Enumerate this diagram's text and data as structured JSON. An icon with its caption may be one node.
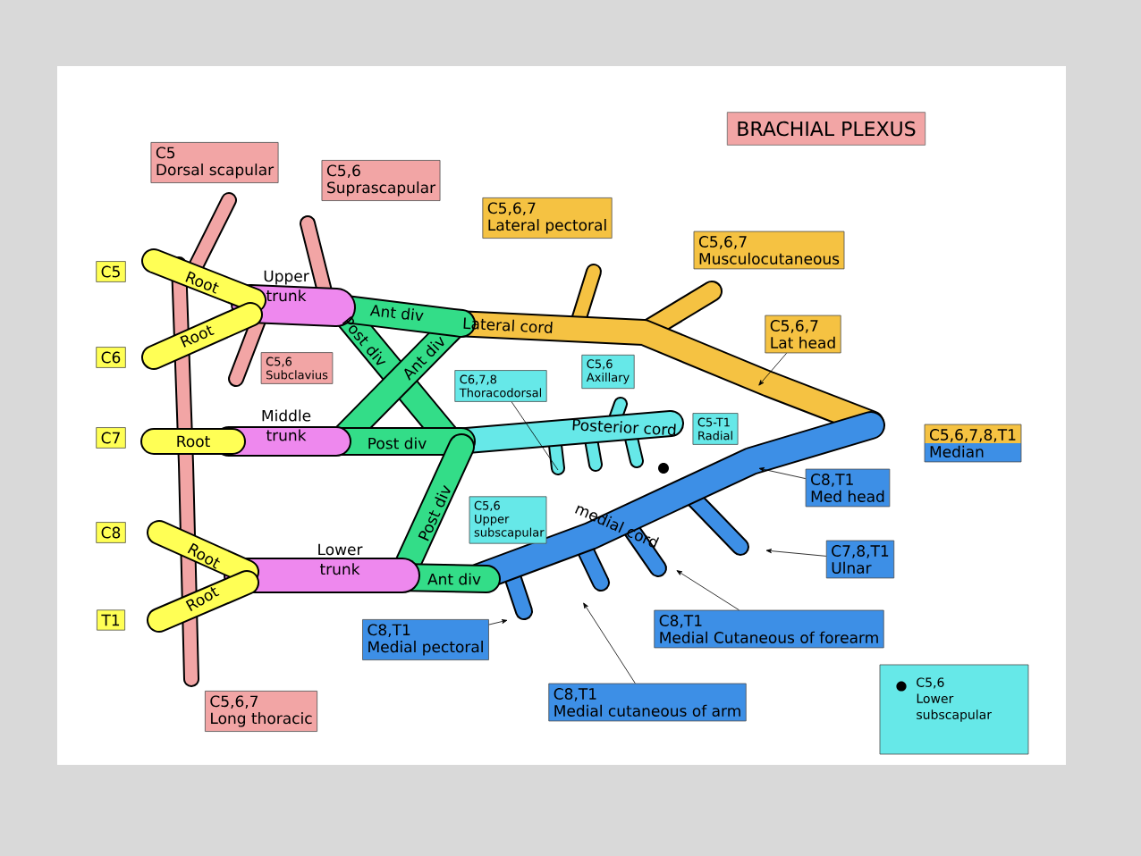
{
  "diagram": {
    "title": "BRACHIAL PLEXUS",
    "nodes": [
      {
        "text": [
          "C5"
        ]
      },
      {
        "text": [
          "C6"
        ]
      },
      {
        "text": [
          "C7"
        ]
      },
      {
        "text": [
          "C8"
        ]
      },
      {
        "text": [
          "T1"
        ]
      },
      {
        "text": [
          "C5",
          "Dorsal scapular"
        ]
      },
      {
        "text": [
          "C5,6",
          "Suprascapular"
        ]
      },
      {
        "text": [
          "C5,6",
          "Subclavius"
        ]
      },
      {
        "text": [
          "C5,6,7",
          "Lateral pectoral"
        ]
      },
      {
        "text": [
          "C5,6,7",
          "Musculocutaneous"
        ]
      },
      {
        "text": [
          "C5,6,7",
          "Lat head"
        ]
      },
      {
        "text": [
          "C5,6,7,8,T1",
          "Median"
        ]
      },
      {
        "text": [
          "C6,7,8",
          "Thoracodorsal"
        ]
      },
      {
        "text": [
          "C5,6",
          "Axillary"
        ]
      },
      {
        "text": [
          "C5-T1",
          "Radial"
        ]
      },
      {
        "text": [
          "C5,6",
          "Upper subscapular"
        ]
      },
      {
        "text": [
          "C8,T1",
          "Med head"
        ]
      },
      {
        "text": [
          "C7,8,T1",
          "Ulnar"
        ]
      },
      {
        "text": [
          "C8,T1",
          "Medial Cutaneous of forearm"
        ]
      },
      {
        "text": [
          "C8,T1",
          "Medial cutaneous of arm"
        ]
      },
      {
        "text": [
          "C8,T1",
          "Medial pectoral"
        ]
      },
      {
        "text": [
          "C5,6,7",
          "Long thoracic"
        ]
      }
    ],
    "edges": [
      {
        "from": 12,
        "to": null,
        "arrow": "none"
      },
      {
        "from": 10,
        "to": null,
        "arrow": "to"
      },
      {
        "from": 16,
        "to": null,
        "arrow": "to"
      },
      {
        "from": 17,
        "to": null,
        "arrow": "to"
      },
      {
        "from": 18,
        "to": null,
        "arrow": "to"
      },
      {
        "from": 19,
        "to": null,
        "arrow": "to"
      },
      {
        "from": 20,
        "to": null,
        "arrow": "to"
      }
    ],
    "labels": [
      "Root",
      "Upper trunk",
      "Ant div",
      "Lateral cord",
      "Root",
      "Post div",
      "Ant div",
      "Middle trunk",
      "Root",
      "Posterior cord",
      "Post div",
      "Post div",
      "Root",
      "Lower trunk",
      "medial cord",
      "Root",
      "Ant div"
    ],
    "legend": [
      {
        "text": "C5,6 Lower subscapular"
      }
    ]
  }
}
